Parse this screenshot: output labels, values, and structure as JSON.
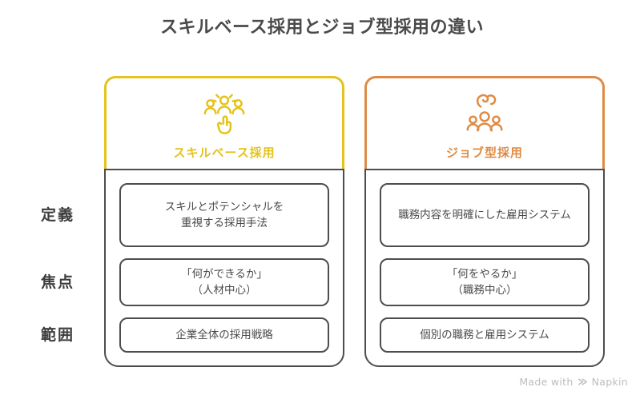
{
  "title": "スキルベース採用とジョブ型採用の違い",
  "colors": {
    "left_accent": "#e4c31c",
    "right_accent": "#df8b45",
    "border_dark": "#4d4d4d",
    "text_dark": "#4a4a4a",
    "footer_gray": "#bdbdbd"
  },
  "row_labels": [
    {
      "label": "定義"
    },
    {
      "label": "焦点"
    },
    {
      "label": "範囲"
    }
  ],
  "columns": [
    {
      "header": "スキルベース採用",
      "icon": "people-select-hand-icon",
      "cells": [
        {
          "lines": [
            "スキルとポテンシャルを",
            "重視する採用手法"
          ]
        },
        {
          "lines": [
            "「何ができるか」",
            "（人材中心）"
          ]
        },
        {
          "lines": [
            "企業全体の採用戦略"
          ]
        }
      ]
    },
    {
      "header": "ジョブ型採用",
      "icon": "snap-hand-people-icon",
      "cells": [
        {
          "lines": [
            "職務内容を明確にした雇用システム"
          ]
        },
        {
          "lines": [
            "「何をやるか」",
            "（職務中心）"
          ]
        },
        {
          "lines": [
            "個別の職務と雇用システム"
          ]
        }
      ]
    }
  ],
  "footer": {
    "made_with": "Made with",
    "brand": "Napkin"
  }
}
